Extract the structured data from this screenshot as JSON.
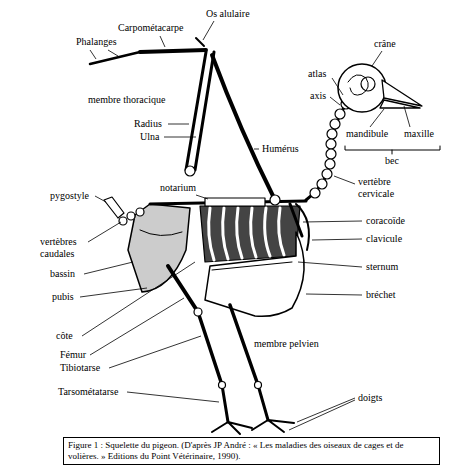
{
  "diagram": {
    "caption": "Figure 1 : Squelette du pigeon. (D'après JP André : « Les maladies des oiseaux de cages et de volières. » Editions du Point Vétérinaire, 1990).",
    "labels": [
      "Os alulaire",
      "Carpométacarpe",
      "Phalanges",
      "crâne",
      "atlas",
      "membre thoracique",
      "axis",
      "Radius",
      "Ulna",
      "mandibule",
      "maxille",
      "Humérus",
      "bec",
      "vertèbre cervicale",
      "notarium",
      "pygostyle",
      "coracoïde",
      "clavicule",
      "vertèbres caudales",
      "sternum",
      "bassin",
      "bréchet",
      "pubis",
      "côte",
      "membre pelvien",
      "Fémur",
      "Tibiotarse",
      "Tarsométatarse",
      "doigts"
    ]
  }
}
